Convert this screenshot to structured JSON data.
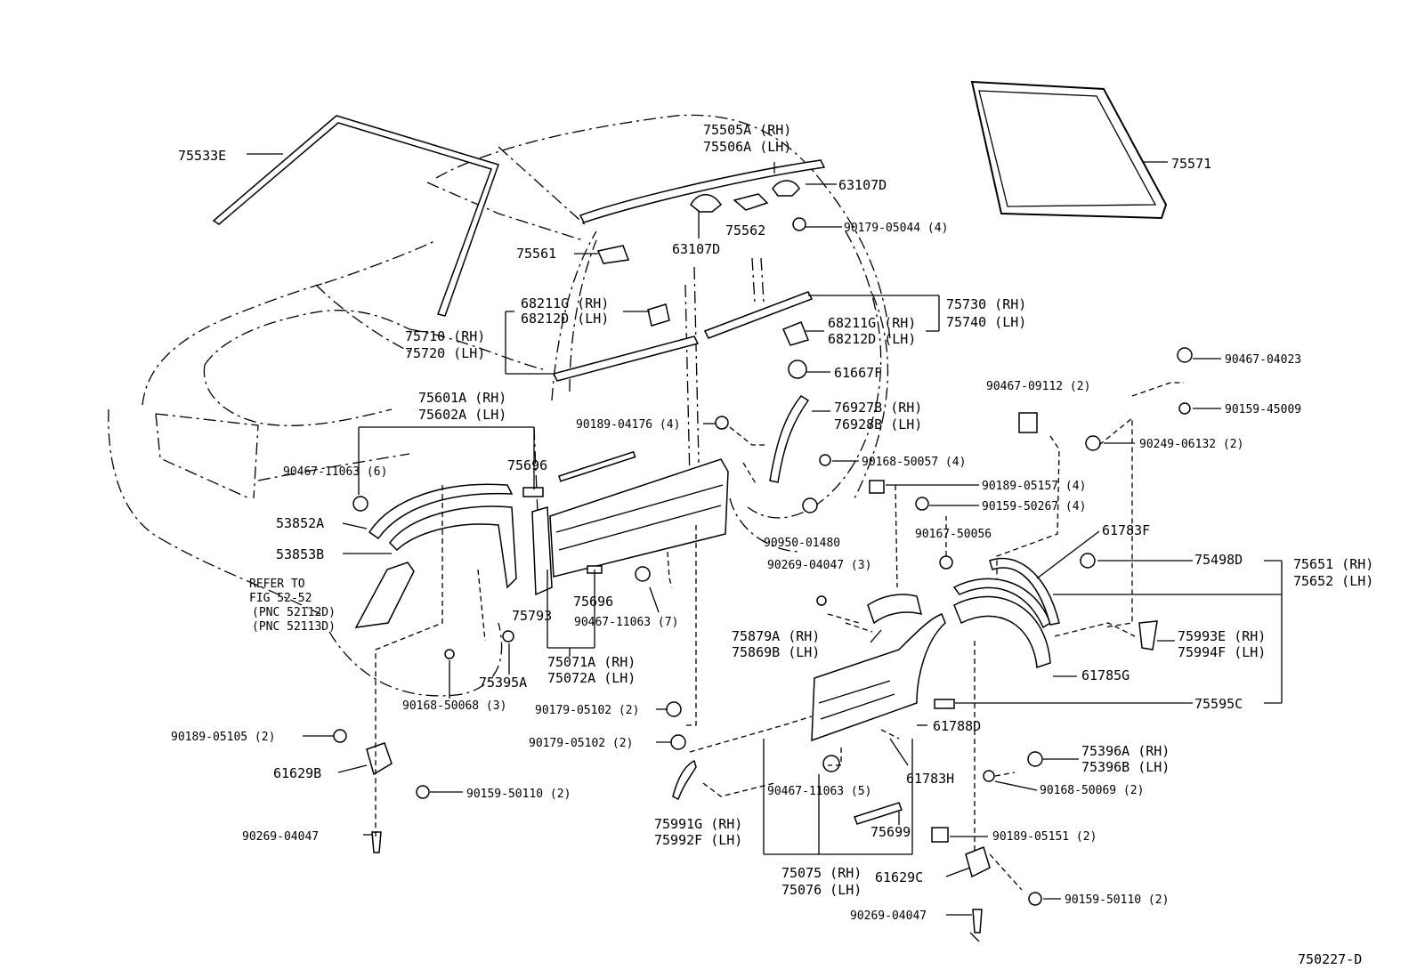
{
  "labels": {
    "l75533E": "75533E",
    "l75505A": "75505A (RH)",
    "l75506A": "75506A (LH)",
    "l75571": "75571",
    "l63107D_r": "63107D",
    "l90179_05044": "90179-05044 (4)",
    "l75562": "75562",
    "l63107D_l": "63107D",
    "l75561": "75561",
    "l68211G_a": "68211G (RH)",
    "l68212D_a": "68212D (LH)",
    "l75730": "75730 (RH)",
    "l75740": "75740 (LH)",
    "l68211G_b": "68211G (RH)",
    "l68212D_b": "68212D (LH)",
    "l75710": "75710 (RH)",
    "l75720": "75720 (LH)",
    "l61667F": "61667F",
    "l90467_04023": "90467-04023",
    "l90467_09112": "90467-09112 (2)",
    "l90159_45009": "90159-45009",
    "l75601A": "75601A (RH)",
    "l75602A": "75602A (LH)",
    "l76927B": "76927B (RH)",
    "l76928B": "76928B (LH)",
    "l90189_04176": "90189-04176 (4)",
    "l90249_06132": "90249-06132 (2)",
    "l90467_11063_6": "90467-11063 (6)",
    "l75696_a": "75696",
    "l90168_50057": "90168-50057 (4)",
    "l90189_05157": "90189-05157 (4)",
    "l90159_50267": "90159-50267 (4)",
    "l53852A": "53852A",
    "l61783F": "61783F",
    "l90167_50056": "90167-50056",
    "l90950_01480": "90950-01480",
    "l53853B": "53853B",
    "l75498D": "75498D",
    "l75651": "75651 (RH)",
    "l75652": "75652 (LH)",
    "l90269_04047_3": "90269-04047 (3)",
    "l_refer": "REFER TO",
    "l_fig": "FIG 52-52",
    "l_pnc1": "(PNC 52112D)",
    "l_pnc2": "(PNC 52113D)",
    "l75696_b": "75696",
    "l90467_11063_7": "90467-11063 (7)",
    "l75793": "75793",
    "l75879A": "75879A (RH)",
    "l75869B": "75869B (LH)",
    "l75993E": "75993E (RH)",
    "l75994F": "75994F (LH)",
    "l75071A": "75071A (RH)",
    "l75072A": "75072A (LH)",
    "l75395A": "75395A",
    "l61785G": "61785G",
    "l90168_50068": "90168-50068 (3)",
    "l90179_05102_a": "90179-05102 (2)",
    "l75595C": "75595C",
    "l90189_05105": "90189-05105 (2)",
    "l90179_05102_b": "90179-05102 (2)",
    "l61788D": "61788D",
    "l75396A": "75396A (RH)",
    "l75396B": "75396B (LH)",
    "l61629B": "61629B",
    "l90159_50110_a": "90159-50110 (2)",
    "l90467_11063_5": "90467-11063 (5)",
    "l61783H": "61783H",
    "l90168_50069": "90168-50069 (2)",
    "l75991G": "75991G (RH)",
    "l75992F": "75992F (LH)",
    "l75699": "75699",
    "l90269_04047_a": "90269-04047",
    "l90189_05151": "90189-05151 (2)",
    "l75075": "75075 (RH)",
    "l75076": "75076 (LH)",
    "l61629C": "61629C",
    "l90159_50110_b": "90159-50110 (2)",
    "l90269_04047_b": "90269-04047",
    "l750227D": "750227-D"
  }
}
